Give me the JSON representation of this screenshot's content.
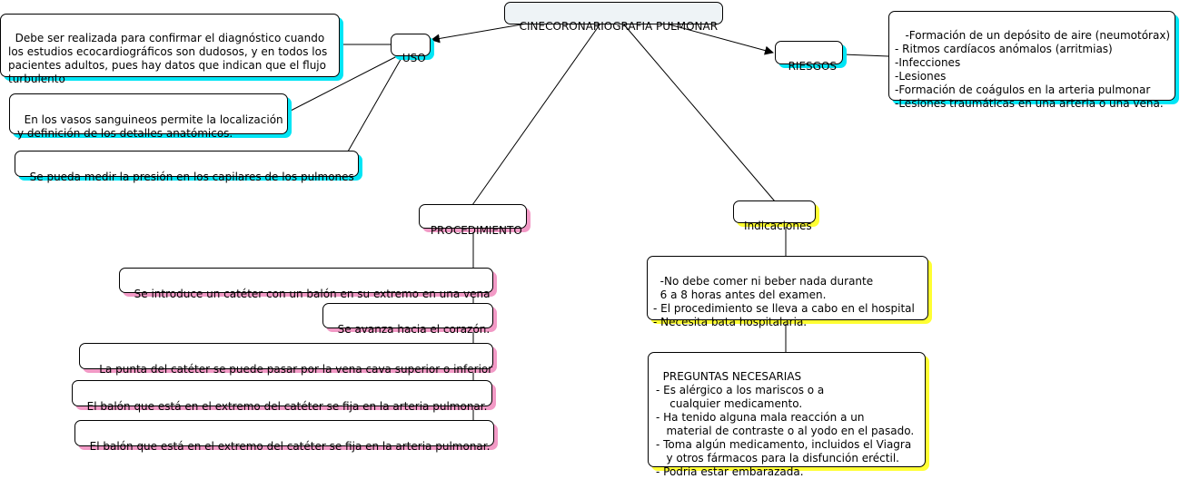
{
  "map": {
    "root": {
      "label": "CINECORONARIOGRAFIA PULMONAR"
    },
    "uso": {
      "label": "USO",
      "items": [
        "Debe ser realizada para confirmar el diagnóstico cuando\nlos estudios ecocardiográficos son dudosos, y en todos los\npacientes adultos, pues hay datos que indican que el flujo\nturbulento",
        "En los vasos sanguineos permite la localización\ny definición de los detalles anatómicos.",
        "Se pueda medir la presión en los capilares de los pulmones"
      ]
    },
    "riesgos": {
      "label": "RIESGOS",
      "details": " -Formación de un depósito de aire (neumotórax)\n- Ritmos cardíacos anómalos (arritmias)\n-Infecciones\n-Lesiones\n-Formación de coágulos en la arteria pulmonar\n-Lesiones traumáticas en una arteria o una vena."
    },
    "procedimiento": {
      "label": "PROCEDIMIENTO",
      "steps": [
        "Se introduce un catéter con un balón en su extremo en una vena",
        "Se avanza hacia el corazón.",
        "  La punta del catéter se puede pasar por la vena cava superior o inferior",
        "El balón que está en el extremo del catéter se fija en la arteria pulmonar.",
        "El balón que está en el extremo del catéter se fija en la arteria pulmonar."
      ]
    },
    "indicaciones": {
      "label": "Indicaciones",
      "details": "-No debe comer ni beber nada durante\n  6 a 8 horas antes del examen.\n- El procedimiento se lleva a cabo en el hospital\n- Necesita bata hospitalaria.",
      "preguntas": "PREGUNTAS NECESARIAS\n- Es alérgico a los mariscos o a\n    cualquier medicamento.\n- Ha tenido alguna mala reacción a un\n   material de contraste o al yodo en el pasado.\n- Toma algún medicamento, incluidos el Viagra\n   y otros fármacos para la disfunción eréctil.\n- Podría estar embarazada."
    }
  },
  "colors": {
    "root_fill": "#eef3f6",
    "uso_shadow": "#00e5f5",
    "riesgos_shadow": "#00e5f5",
    "procedimiento_shadow": "#f29ac6",
    "indicaciones_shadow": "#ffff33"
  }
}
